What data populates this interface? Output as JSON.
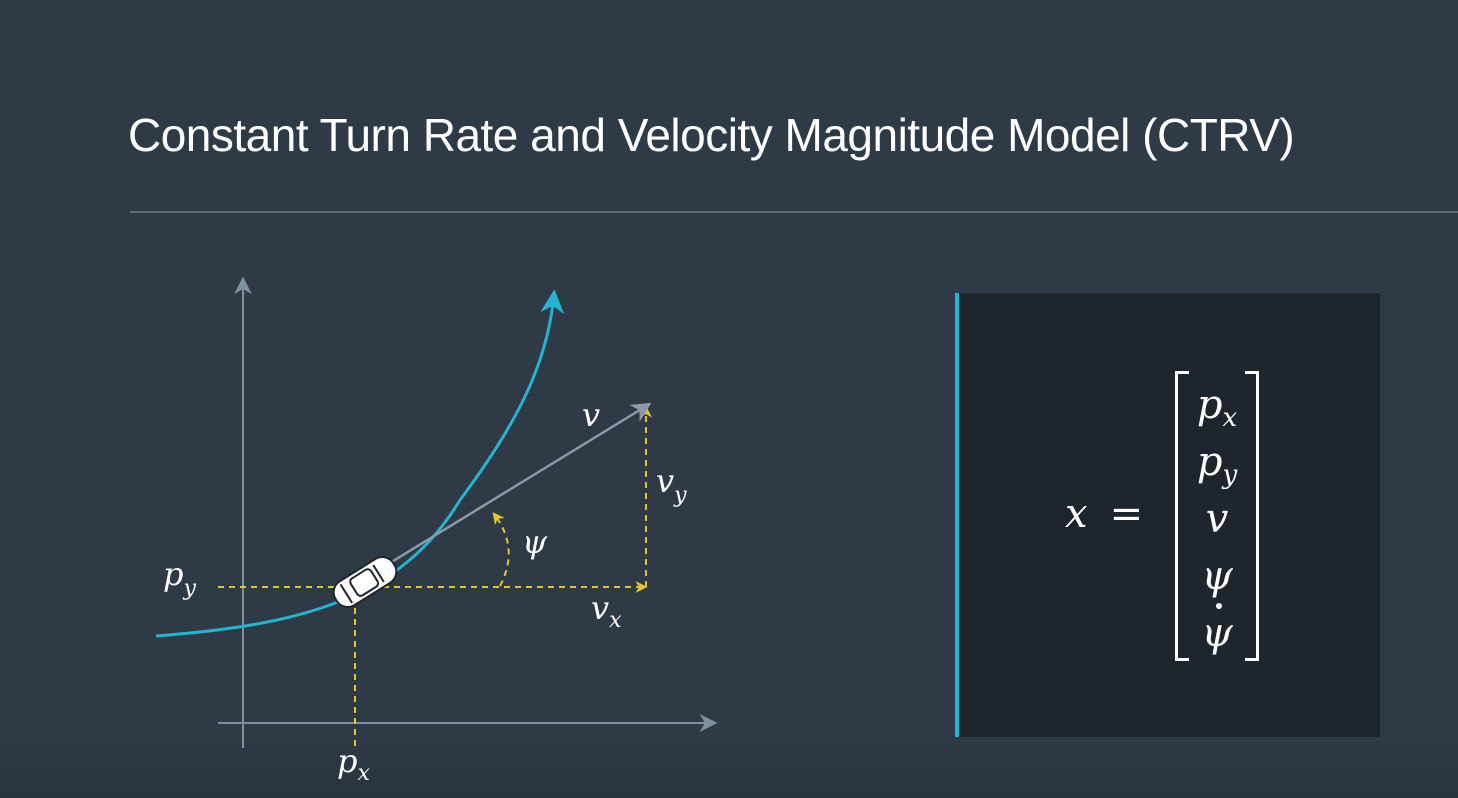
{
  "slide": {
    "title": "Constant Turn Rate and Velocity Magnitude Model (CTRV)"
  },
  "diagram": {
    "labels": {
      "v": {
        "base": "v",
        "sub": ""
      },
      "vy": {
        "base": "v",
        "sub": "y"
      },
      "vx": {
        "base": "v",
        "sub": "x"
      },
      "psi": {
        "base": "ψ",
        "sub": ""
      },
      "py": {
        "base": "p",
        "sub": "y"
      },
      "px": {
        "base": "p",
        "sub": "x"
      }
    },
    "colors": {
      "axis": "#7f909e",
      "trajectory": "#24b3d1",
      "velocity": "#8b9aa6",
      "guide": "#e3c431",
      "car": "#ffffff"
    },
    "icons": {
      "vehicle": "car-icon"
    }
  },
  "state_vector": {
    "lhs": "x",
    "equals": "=",
    "entries": [
      {
        "base": "p",
        "sub": "x",
        "dot": false
      },
      {
        "base": "p",
        "sub": "y",
        "dot": false
      },
      {
        "base": "v",
        "sub": "",
        "dot": false
      },
      {
        "base": "ψ",
        "sub": "",
        "dot": false
      },
      {
        "base": "ψ",
        "sub": "",
        "dot": true
      }
    ],
    "accent_color": "#24b3d1"
  }
}
